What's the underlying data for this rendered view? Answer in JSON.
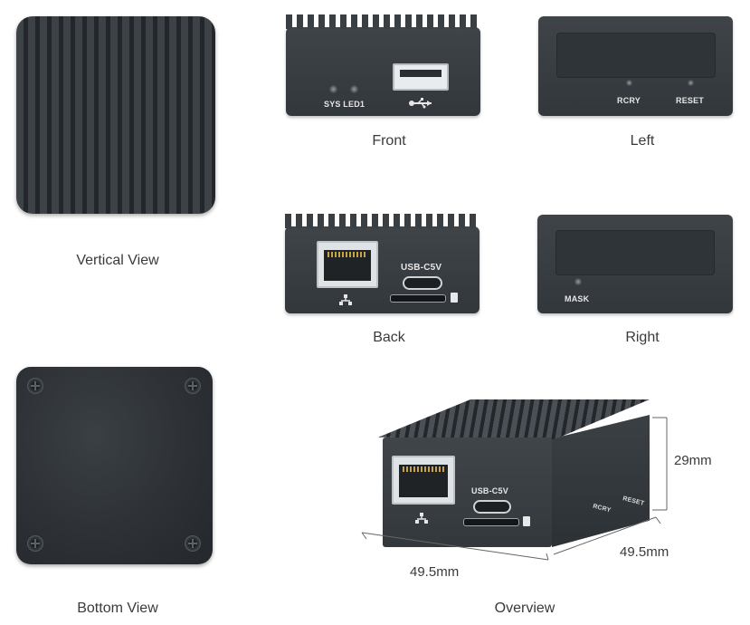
{
  "captions": {
    "vertical_view": "Vertical View",
    "front": "Front",
    "left": "Left",
    "back": "Back",
    "right": "Right",
    "bottom_view": "Bottom View",
    "overview": "Overview"
  },
  "labels": {
    "sys_led": "SYS LED1",
    "rcry": "RCRY",
    "reset": "RESET",
    "usb_c": "USB-C5V",
    "mask": "MASK",
    "usb_symbol": "⭠",
    "lan_symbol": "⛬"
  },
  "dimensions": {
    "height": "29mm",
    "depth": "49.5mm",
    "width": "49.5mm"
  },
  "icons": [
    "usb-icon",
    "network-icon",
    "sd-card-icon",
    "screw-icon"
  ],
  "colors": {
    "device_body": "#3a3f44",
    "background": "#ffffff",
    "text": "#3a3a3a"
  }
}
